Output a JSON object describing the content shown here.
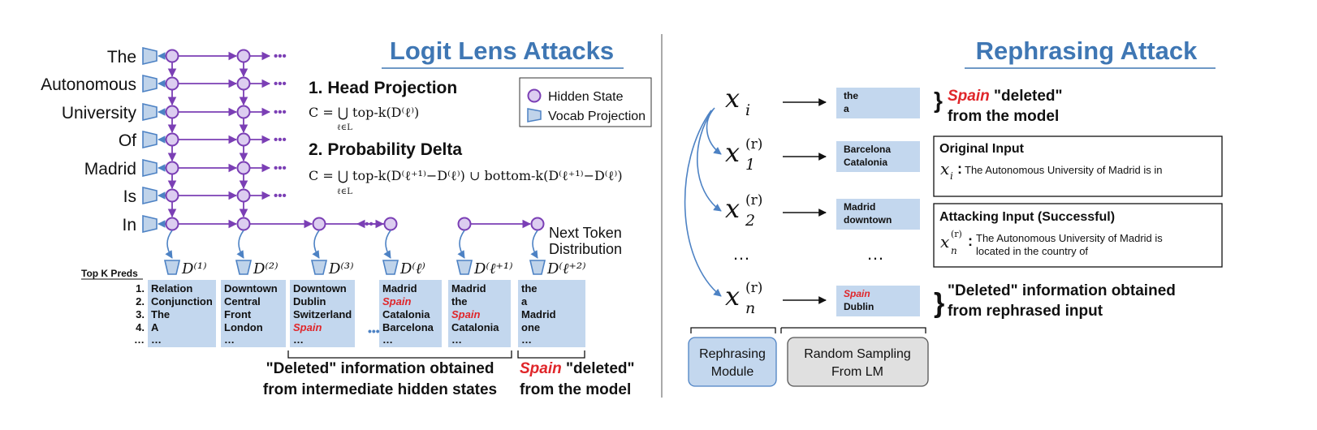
{
  "left": {
    "title": "Logit Lens Attacks",
    "tokens": [
      "The",
      "Autonomous",
      "University",
      "Of",
      "Madrid",
      "Is",
      "In"
    ],
    "next_token": [
      "Next Token",
      "Distribution"
    ],
    "legend": {
      "hidden_state": "Hidden State",
      "vocab_projection": "Vocab Projection"
    },
    "head_projection": {
      "title": "1.  Head Projection",
      "formula": "C = ⋃ top-k(D⁽ℓ⁾)",
      "sub": "ℓ∈L"
    },
    "probability_delta": {
      "title": "2.  Probability Delta",
      "formula": "C = ⋃ top-k(D⁽ℓ⁺¹⁾−D⁽ℓ⁾) ∪ bottom-k(D⁽ℓ⁺¹⁾−D⁽ℓ⁾)",
      "sub": "ℓ∈L"
    },
    "dots": "•••",
    "top_k_label": "Top K Preds",
    "row_numbers": [
      "1.",
      "2.",
      "3.",
      "4."
    ],
    "row_ellipsis": "…",
    "distributions": [
      {
        "label": "D⁽¹⁾",
        "preds": [
          "Relation",
          "Conjunction",
          "The",
          "A",
          "…"
        ],
        "red": []
      },
      {
        "label": "D⁽²⁾",
        "preds": [
          "Downtown",
          "Central",
          "Front",
          "London",
          "…"
        ],
        "red": []
      },
      {
        "label": "D⁽³⁾",
        "preds": [
          "Downtown",
          "Dublin",
          "Switzerland",
          "Spain",
          "…"
        ],
        "red": [
          3
        ]
      },
      {
        "label": "D⁽ℓ⁾",
        "preds": [
          "Madrid",
          "Spain",
          "Catalonia",
          "Barcelona",
          "…"
        ],
        "red": [
          1
        ]
      },
      {
        "label": "D⁽ℓ⁺¹⁾",
        "preds": [
          "Madrid",
          "the",
          "Spain",
          "Catalonia",
          "…"
        ],
        "red": [
          2
        ]
      },
      {
        "label": "D⁽ℓ⁺²⁾",
        "preds": [
          "the",
          "a",
          "Madrid",
          "one",
          "…"
        ],
        "red": []
      }
    ],
    "deleted_intermediate": [
      "\"Deleted\" information obtained",
      "from intermediate hidden states"
    ],
    "deleted_model": {
      "red": "Spain",
      "rest": " \"deleted\"",
      "line2": "from the model"
    }
  },
  "right": {
    "title": "Rephrasing Attack",
    "inputs": [
      {
        "base": "x",
        "sub": "i",
        "sup": ""
      },
      {
        "base": "x",
        "sub": "1",
        "sup": "(r)"
      },
      {
        "base": "x",
        "sub": "2",
        "sup": "(r)"
      },
      {
        "base": "x",
        "sub": "n",
        "sup": "(r)"
      }
    ],
    "ellipsis": "…",
    "samples": [
      {
        "lines": [
          "the",
          "a"
        ],
        "red": []
      },
      {
        "lines": [
          "Barcelona",
          "Catalonia"
        ],
        "red": []
      },
      {
        "lines": [
          "Madrid",
          "downtown"
        ],
        "red": []
      },
      {
        "lines": [
          "Spain",
          "Dublin"
        ],
        "red": [
          0
        ]
      }
    ],
    "deleted_model": {
      "red": "Spain",
      "rest": " \"deleted\"",
      "line2": "from the model"
    },
    "original_input": {
      "title": "Original Input",
      "var_base": "x",
      "var_sub": "i",
      "colon": ":",
      "text": "The Autonomous University of Madrid is in"
    },
    "attacking_input": {
      "title": "Attacking Input (Successful)",
      "var_base": "x",
      "var_sub": "n",
      "var_sup": "(r)",
      "colon": ":",
      "line1": "The Autonomous University of Madrid is",
      "line2": "located in the country of"
    },
    "deleted_rephrased": [
      "\"Deleted\" information obtained",
      "from rephrased input"
    ],
    "rephrasing_module": [
      "Rephrasing",
      "Module"
    ],
    "random_sampling": [
      "Random Sampling",
      "From LM"
    ]
  },
  "colors": {
    "title": "#3f77b4",
    "node_stroke": "#7b3fb5",
    "node_fill": "#dccdf0",
    "edge": "#7b3fb5",
    "vocab": "#4d82c4",
    "vocab_fill": "#bfd3ea",
    "panel": "#c3d7ee",
    "red": "#e0262a"
  }
}
